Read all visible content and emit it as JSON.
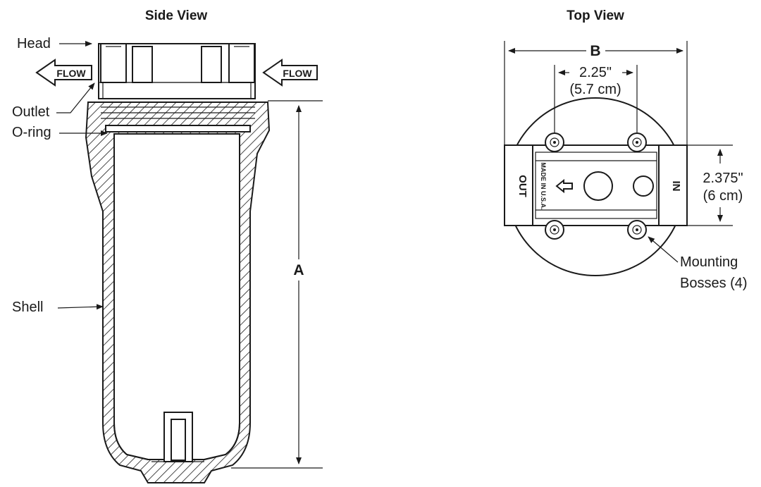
{
  "side_view": {
    "title": "Side View",
    "labels": {
      "head": "Head",
      "outlet": "Outlet",
      "oring": "O-ring",
      "shell": "Shell"
    },
    "flow_left": "FLOW",
    "flow_right": "FLOW",
    "dimension_a": "A"
  },
  "top_view": {
    "title": "Top View",
    "dimension_b": "B",
    "spacing_h": {
      "inches": "2.25\"",
      "cm": "(5.7 cm)"
    },
    "spacing_v": {
      "inches": "2.375\"",
      "cm": "(6 cm)"
    },
    "port_out": "OUT",
    "port_in": "IN",
    "stamp": "MADE IN U.S.A.",
    "mounting": {
      "line1": "Mounting",
      "line2": "Bosses (4)"
    }
  }
}
